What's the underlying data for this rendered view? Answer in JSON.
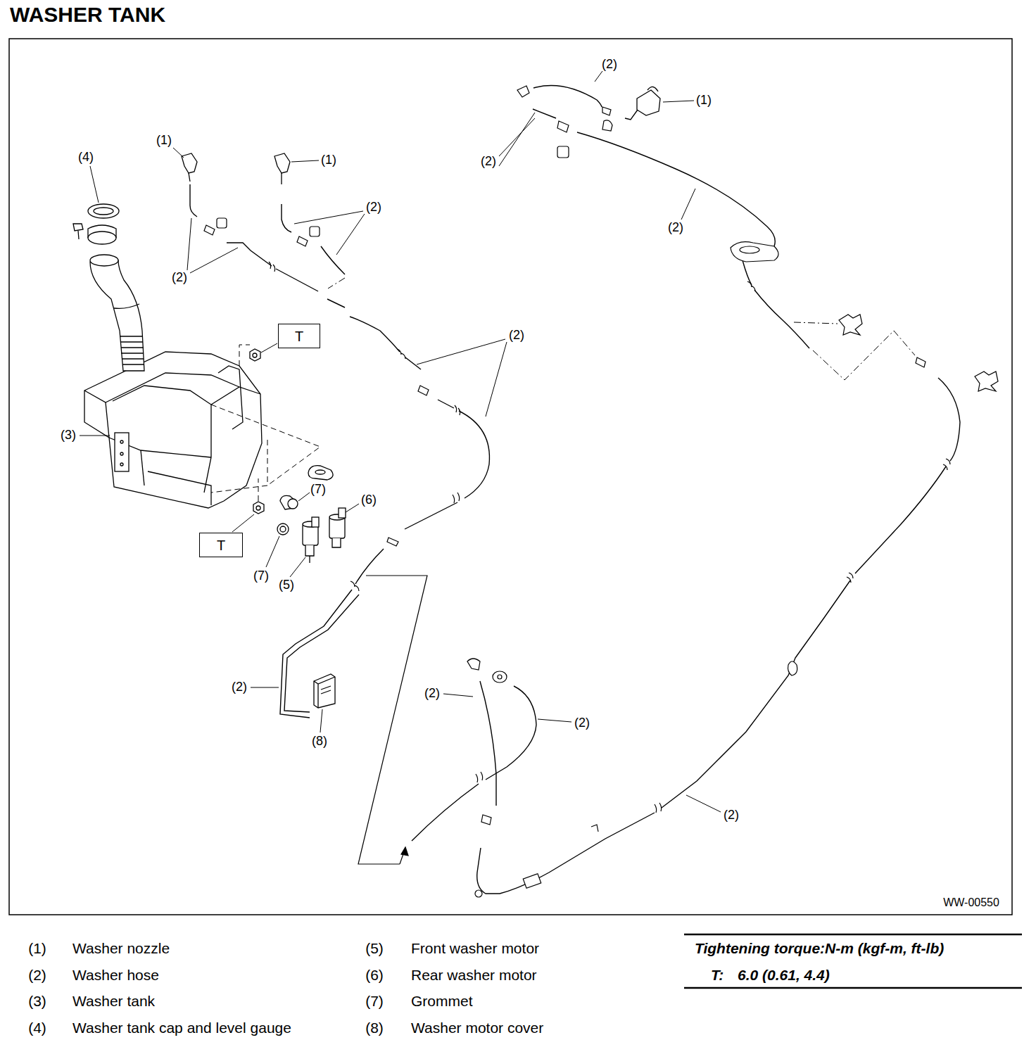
{
  "diagram": {
    "title": "WASHER TANK",
    "nodes": [
      {
        "text": [
          "T"
        ]
      },
      {
        "text": [
          "T"
        ]
      }
    ],
    "labels": [
      "(2)",
      "(1)",
      "(1)",
      "(4)",
      "(1)",
      "(2)",
      "(2)",
      "(2)",
      "(2)",
      "(2)",
      "(3)",
      "(7)",
      "(6)",
      "(7)",
      "(5)",
      "(2)",
      "(2)",
      "(2)",
      "(8)",
      "(2)",
      "WW-00550",
      "(1)",
      "Washer nozzle",
      "(5)",
      "Front washer motor",
      "(2)",
      "Washer hose",
      "(6)",
      "Rear washer motor",
      "(3)",
      "Washer tank",
      "(7)",
      "Grommet",
      "(4)",
      "Washer tank cap and level gauge",
      "(8)",
      "Washer motor cover",
      "Tightening torque:N-m (kgf-m, ft-lb)",
      "T:",
      "6.0 (0.61, 4.4)"
    ]
  }
}
